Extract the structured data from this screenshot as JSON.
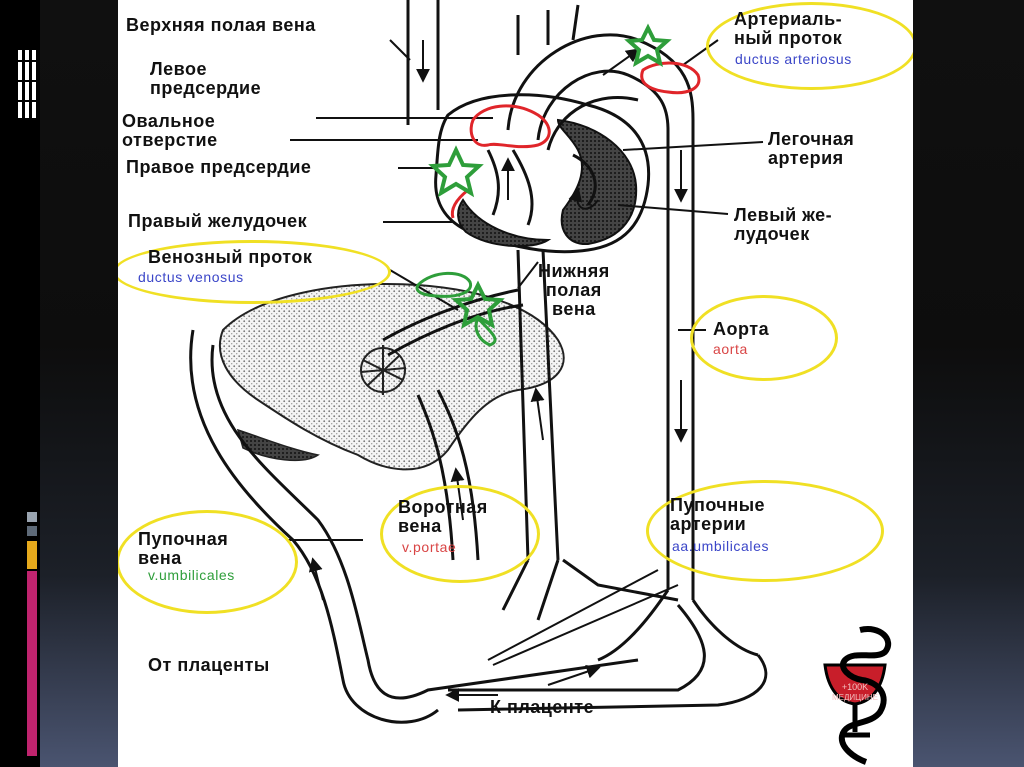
{
  "labels": {
    "svc": "Верхняя полая вена",
    "la": "Левое\nпредсердие",
    "fo": "Овальное\nотверстие",
    "ra": "Правое предсердие",
    "rv": "Правый желудочек",
    "dv": "Венозный проток",
    "ivc": "Нижняя\nполая\nвена",
    "da": "Артериаль-\nный проток",
    "pa": "Легочная\nартерия",
    "lv": "Левый же-\nлудочек",
    "ao": "Аорта",
    "pv": "Воротная\nвена",
    "uv": "Пупочная\nвена",
    "ua": "Пупочные\nартерии",
    "from": "От плаценты",
    "to": "К плаценте"
  },
  "latin": {
    "da": "ductus arteriosus",
    "dv": "ductus venosus",
    "ao": "aorta",
    "pv": "v.portae",
    "uv": "v.umbilicales",
    "ua": "aa.umbilicales"
  },
  "logo": {
    "line1": "+100K",
    "line2": "МЕДИЦИНЕ"
  },
  "colors": {
    "highlight": "#f0e024",
    "star": "#2e9e3a",
    "red": "#e0252a",
    "latin_blue": "#3b46c8",
    "latin_green": "#2e9e3a",
    "latin_red": "#d94545",
    "logo_red": "#c81e2a"
  }
}
